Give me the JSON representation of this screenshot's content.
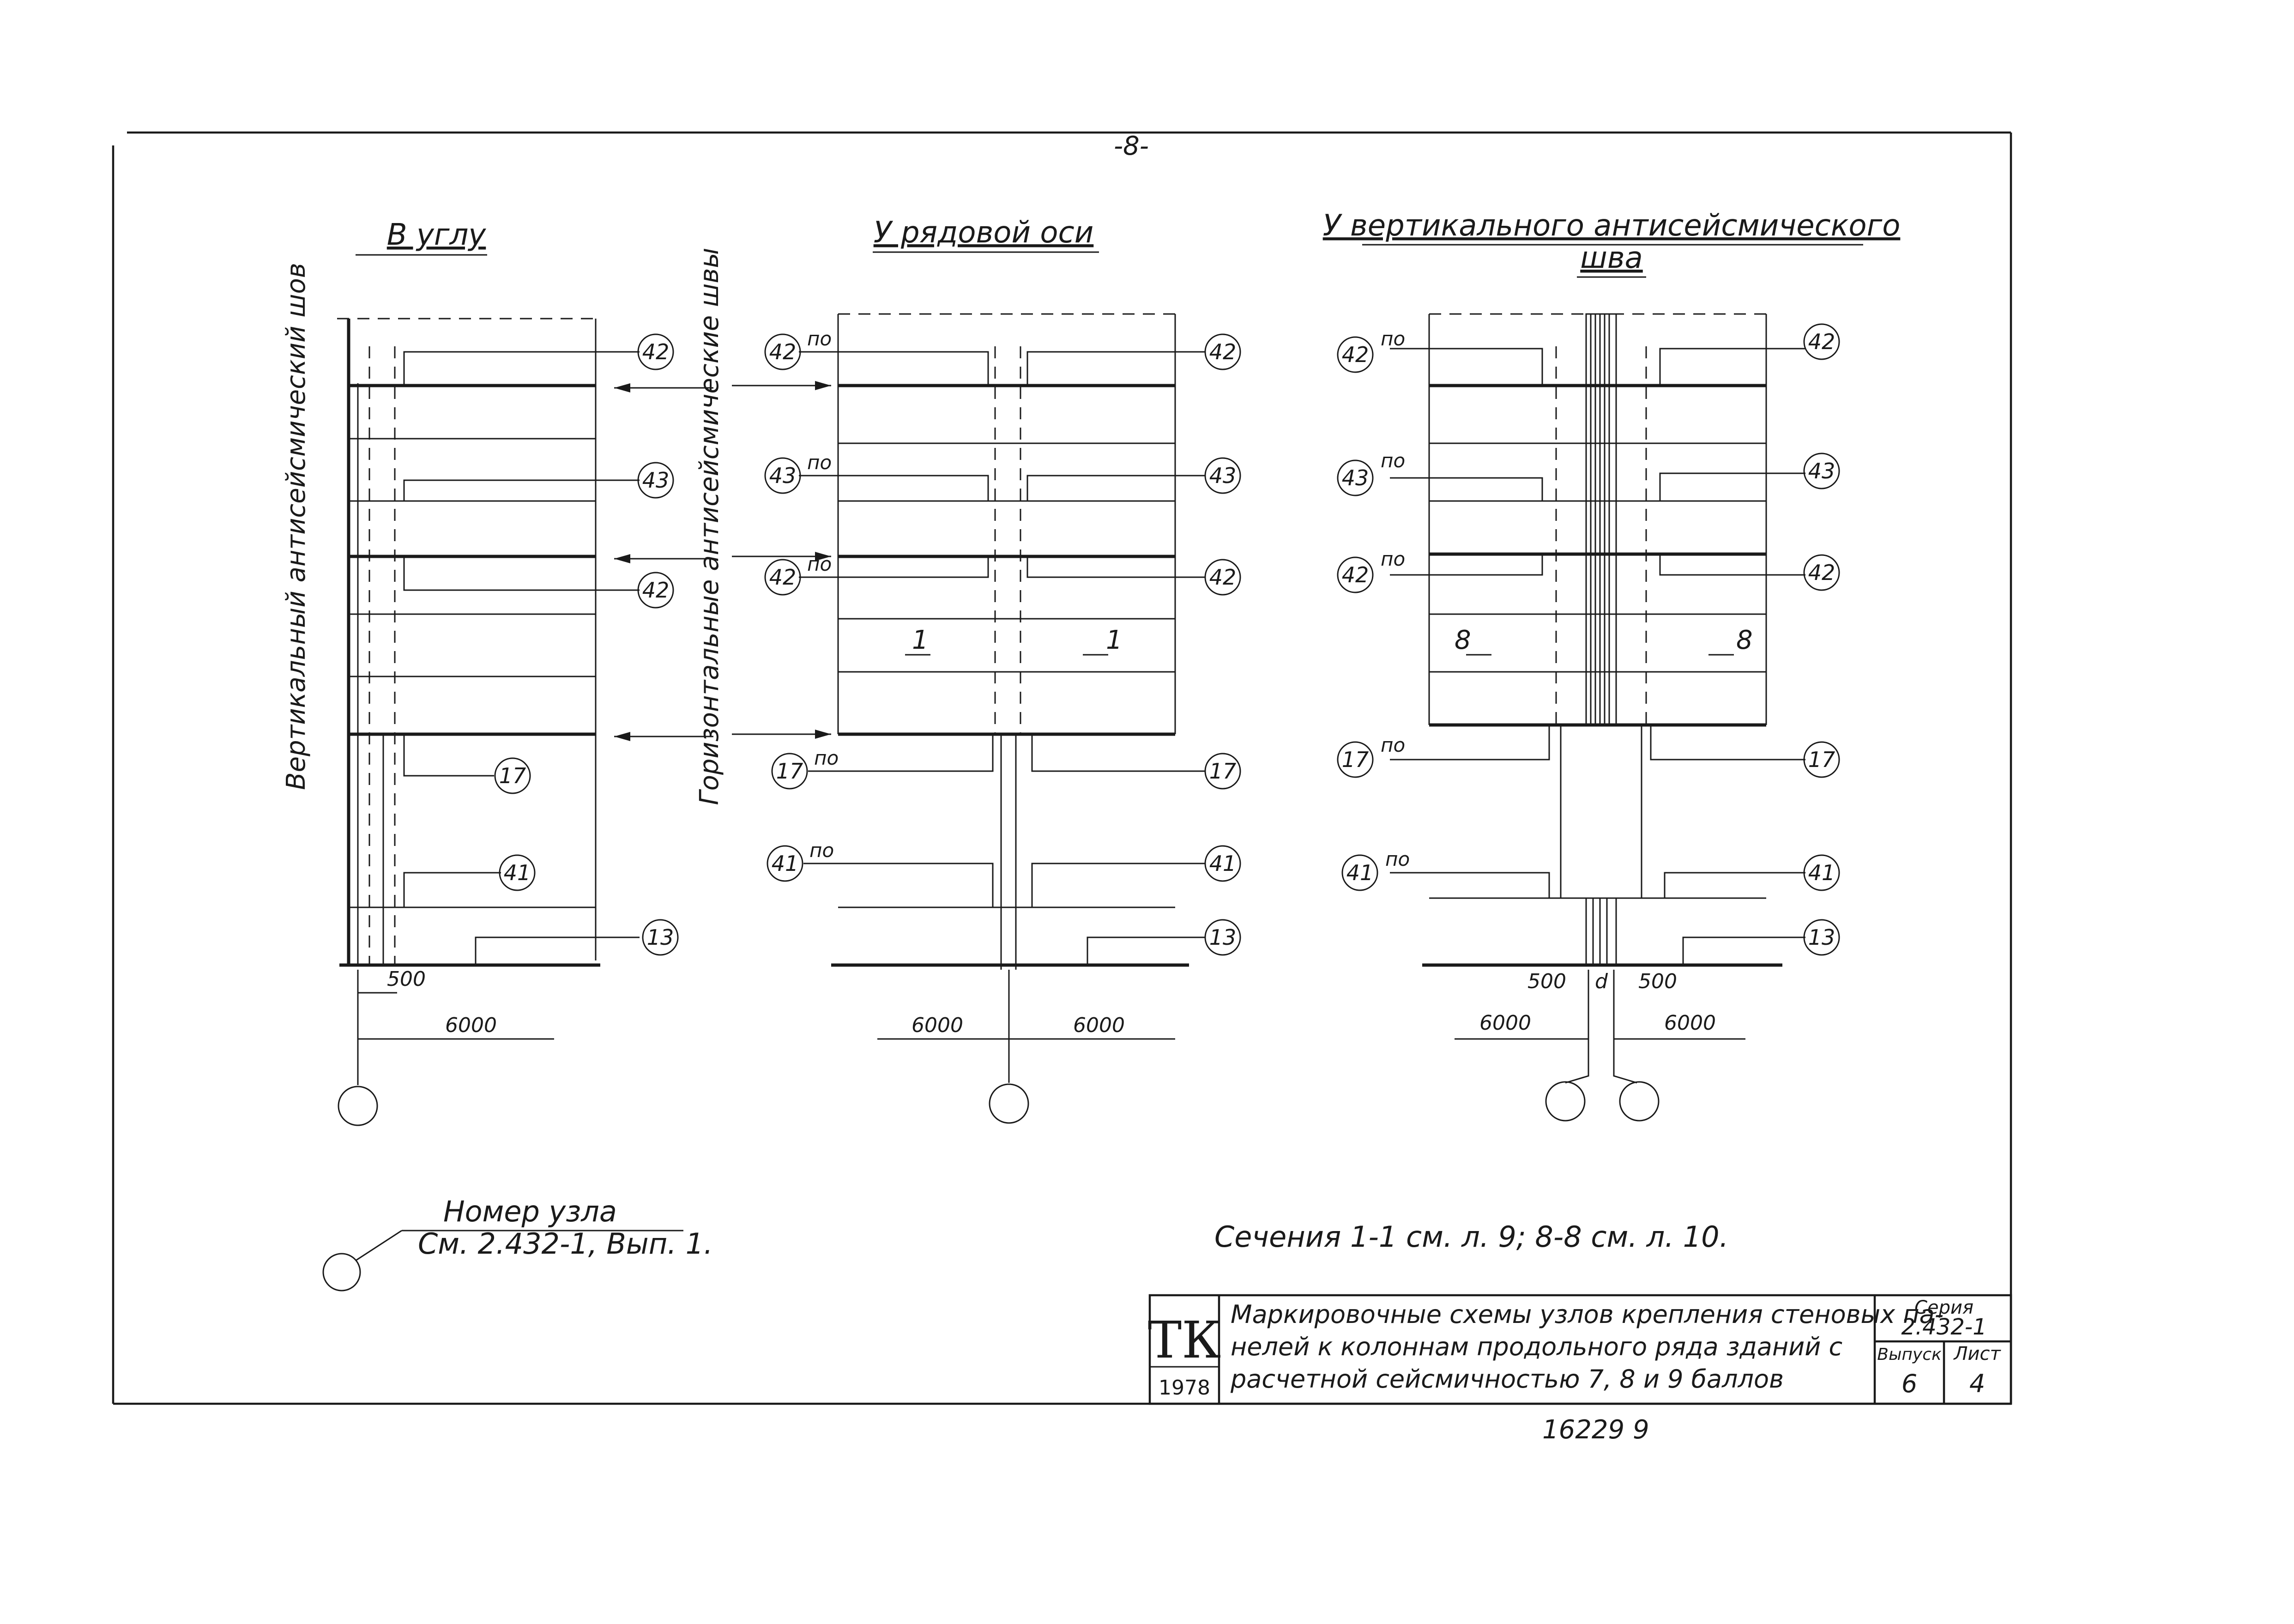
{
  "page_number": "-8-",
  "headers": {
    "corner": "В углу",
    "ordinary_axis": "У рядовой оси",
    "vertical_seam_line1": "У вертикального антисейсмического",
    "vertical_seam_line2": "шва"
  },
  "side_labels": {
    "vertical_seam": "Вертикальный антисейсмический шов",
    "horizontal_seams": "Горизонтальные антисейсмические швы"
  },
  "node_numbers": {
    "n42": "42",
    "n43": "43",
    "n17": "17",
    "n41": "41",
    "n13": "13"
  },
  "po_label": "по",
  "section_marks": {
    "s1": "1",
    "s8": "8"
  },
  "dimensions": {
    "d6000": "6000",
    "d500": "500",
    "d": "d"
  },
  "legend": {
    "line1": "Номер узла",
    "line2": "См. 2.432-1,  Вып. 1."
  },
  "sections_note": "Сечения  1-1 см. л. 9;      8-8  см. л. 10.",
  "title_block": {
    "logo": "ТК",
    "year": "1978",
    "title_line1": "Маркировочные схемы узлов крепления стеновых па-",
    "title_line2": "нелей к колоннам продольного ряда зданий с",
    "title_line3": "расчетной  сейсмичностью 7, 8 и 9 баллов",
    "series_label": "Серия",
    "series_value": "2.432-1",
    "issue_label": "Выпуск",
    "issue_value": "6",
    "sheet_label": "Лист",
    "sheet_value": "4"
  },
  "stamp": "16229   9"
}
